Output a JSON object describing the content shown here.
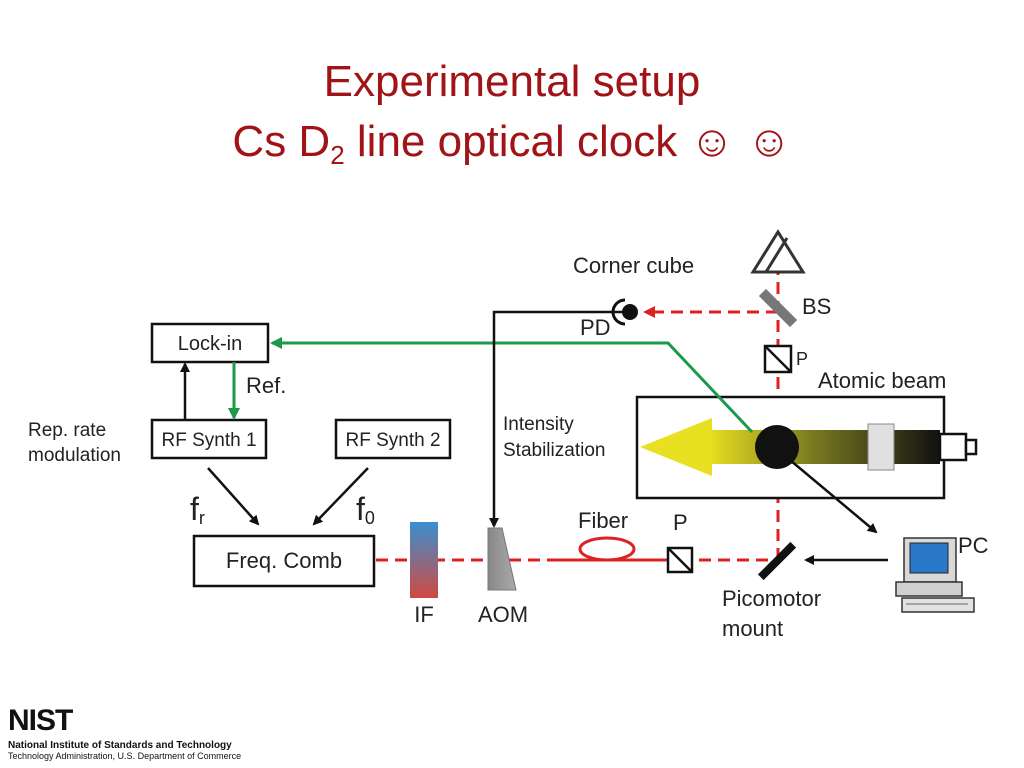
{
  "title": {
    "line1": "Experimental setup",
    "line2_pre": "Cs D",
    "line2_sub": "2",
    "line2_post": " line optical clock ☺ ☺"
  },
  "labels": {
    "corner_cube": "Corner cube",
    "bs": "BS",
    "pd": "PD",
    "p_top": "P",
    "atomic_beam": "Atomic beam",
    "lock_in": "Lock-in",
    "ref": "Ref.",
    "rep_rate_1": "Rep. rate",
    "rep_rate_2": "modulation",
    "rf_synth_1": "RF Synth 1",
    "rf_synth_2": "RF Synth 2",
    "intensity_1": "Intensity",
    "intensity_2": "Stabilization",
    "fr_main": "f",
    "fr_sub": "r",
    "f0_main": "f",
    "f0_sub": "0",
    "freq_comb": "Freq. Comb",
    "fiber": "Fiber",
    "p_bottom": "P",
    "if": "IF",
    "aom": "AOM",
    "pc": "PC",
    "picomotor_1": "Picomotor",
    "picomotor_2": "mount"
  },
  "footer": {
    "logo": "NIST",
    "line1": "National Institute of Standards and Technology",
    "line2": "Technology Administration, U.S. Department of Commerce"
  },
  "colors": {
    "title": "#a01418",
    "laser": "#dd2222",
    "lockin_signal": "#1a9a4a"
  }
}
